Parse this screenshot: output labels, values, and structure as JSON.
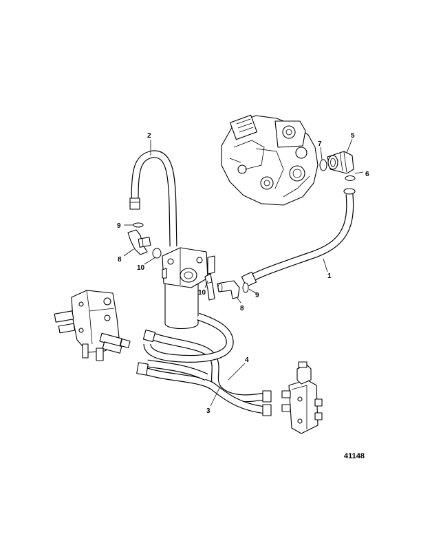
{
  "diagram": {
    "figure_number": "41148",
    "callouts": [
      {
        "id": "c1",
        "label": "1"
      },
      {
        "id": "c2",
        "label": "2"
      },
      {
        "id": "c3",
        "label": "3"
      },
      {
        "id": "c4",
        "label": "4"
      },
      {
        "id": "c5",
        "label": "5"
      },
      {
        "id": "c6",
        "label": "6"
      },
      {
        "id": "c7",
        "label": "7"
      },
      {
        "id": "c8a",
        "label": "8"
      },
      {
        "id": "c8b",
        "label": "8"
      },
      {
        "id": "c9a",
        "label": "9"
      },
      {
        "id": "c9b",
        "label": "9"
      },
      {
        "id": "c10a",
        "label": "10"
      },
      {
        "id": "c10b",
        "label": "10"
      }
    ]
  }
}
